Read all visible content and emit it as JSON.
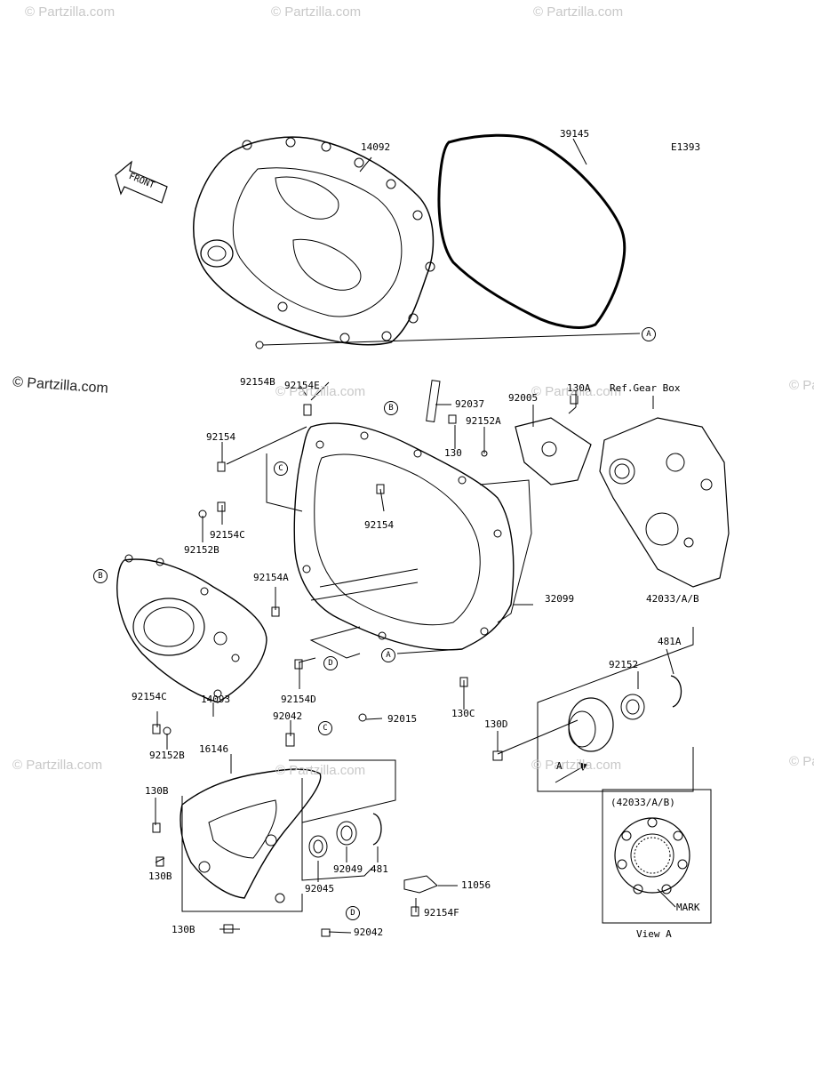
{
  "watermarks": {
    "top_left": "© Partzilla.com",
    "top_center": "© Partzilla.com",
    "top_right": "© Partzilla.com",
    "mid_left": "© Partzilla.com",
    "mid_center": "© Partzilla.com",
    "mid_right_1": "© Partzilla.com",
    "mid_right_2": "© Partzilla.com",
    "low_left": "© Partzilla.com",
    "low_center": "© Partzilla.com",
    "low_right_1": "© Partzilla.com",
    "low_right_2": "© Partzilla.com"
  },
  "diagram": {
    "figure_code": "E1393",
    "front_label": "FRONT",
    "ref_gear_box": "Ref.Gear Box",
    "view_a_title": "(42033/A/B)",
    "view_a_caption": "View A",
    "mark_label": "MARK",
    "arrow_a_label": "A",
    "callouts": {
      "a1": "A",
      "a2": "A",
      "b1": "B",
      "b2": "B",
      "c1": "C",
      "c2": "C",
      "d1": "D",
      "d2": "D"
    },
    "parts": {
      "p14092": "14092",
      "p39145": "39145",
      "p92154B": "92154B",
      "p92154E": "92154E",
      "p92037": "92037",
      "p92005": "92005",
      "p130A": "130A",
      "p92152A": "92152A",
      "p130": "130",
      "p92154_a": "92154",
      "p92154_b": "92154",
      "p92154C_a": "92154C",
      "p92152B_a": "92152B",
      "p92154A": "92154A",
      "p32099": "32099",
      "p42033AB": "42033/A/B",
      "p481A": "481A",
      "p92152": "92152",
      "p92154D": "92154D",
      "p130C": "130C",
      "p92154C_b": "92154C",
      "p14093": "14093",
      "p92152B_b": "92152B",
      "p92042_a": "92042",
      "p92015": "92015",
      "p16146": "16146",
      "p130D": "130D",
      "p130B_a": "130B",
      "p130B_b": "130B",
      "p130B_c": "130B",
      "p92045": "92045",
      "p92049": "92049",
      "p481": "481",
      "p11056": "11056",
      "p92154F": "92154F",
      "p92042_b": "92042"
    }
  }
}
